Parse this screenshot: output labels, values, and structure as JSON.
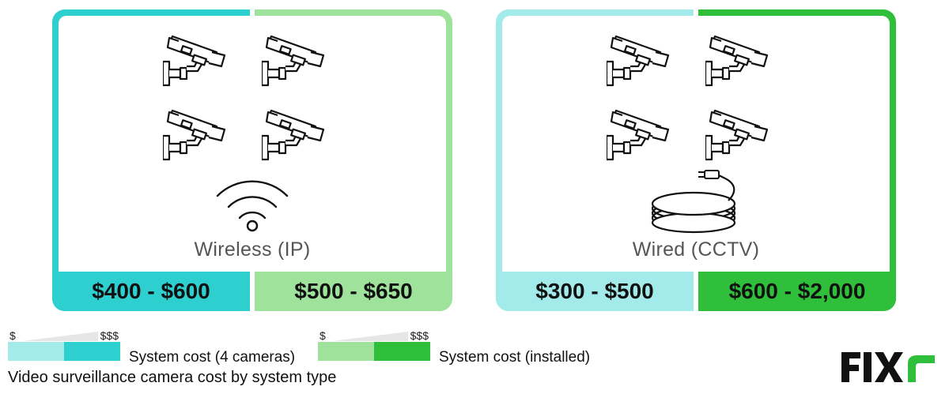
{
  "cards": [
    {
      "title": "Wireless (IP)",
      "icon": "wifi-icon",
      "colors": {
        "left": "#2ecfcf",
        "right": "#9ee29c"
      },
      "prices": {
        "left": "$400 - $600",
        "right": "$500 - $650"
      }
    },
    {
      "title": "Wired (CCTV)",
      "icon": "cable-icon",
      "colors": {
        "left": "#a3ebea",
        "right": "#2fbf3a"
      },
      "prices": {
        "left": "$300 - $500",
        "right": "$600 - $2,000"
      }
    }
  ],
  "legend": [
    {
      "low": "$",
      "high": "$$$",
      "colors": [
        "#a3ebea",
        "#2ecfcf"
      ],
      "label": "System cost (4 cameras)"
    },
    {
      "low": "$",
      "high": "$$$",
      "colors": [
        "#9ee29c",
        "#2fbf3a"
      ],
      "label": "System cost (installed)"
    }
  ],
  "caption": "Video surveillance camera cost by system type",
  "logo": "FIXr"
}
